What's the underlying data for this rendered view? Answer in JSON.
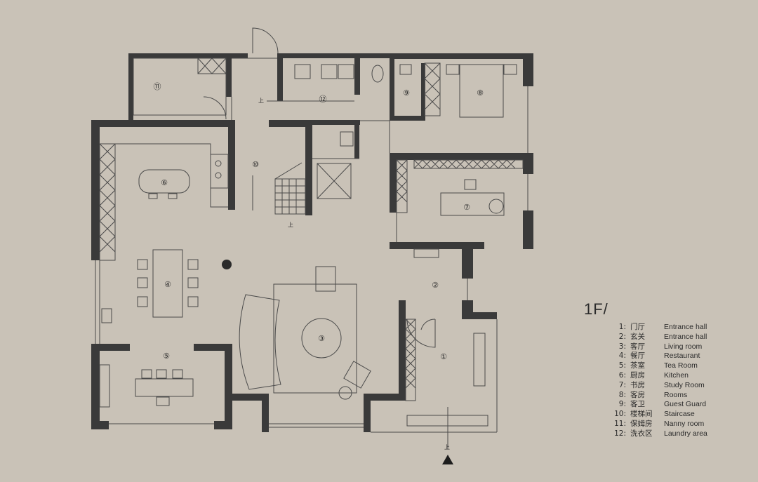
{
  "plan_title": "1F/",
  "up_label": "上",
  "rooms": [
    {
      "id": "1",
      "label": "①"
    },
    {
      "id": "2",
      "label": "②"
    },
    {
      "id": "3",
      "label": "③"
    },
    {
      "id": "4",
      "label": "④"
    },
    {
      "id": "5",
      "label": "⑤"
    },
    {
      "id": "6",
      "label": "⑥"
    },
    {
      "id": "7",
      "label": "⑦"
    },
    {
      "id": "8",
      "label": "⑧"
    },
    {
      "id": "9",
      "label": "⑨"
    },
    {
      "id": "10",
      "label": "⑩"
    },
    {
      "id": "11",
      "label": "⑪"
    },
    {
      "id": "12",
      "label": "⑫"
    }
  ],
  "legend": [
    {
      "num": "1:",
      "zh": "门厅",
      "en": "Entrance hall"
    },
    {
      "num": "2:",
      "zh": "玄关",
      "en": "Entrance hall"
    },
    {
      "num": "3:",
      "zh": "客厅",
      "en": "Living room"
    },
    {
      "num": "4:",
      "zh": "餐厅",
      "en": "Restaurant"
    },
    {
      "num": "5:",
      "zh": "茶室",
      "en": "Tea Room"
    },
    {
      "num": "6:",
      "zh": "厨房",
      "en": "Kitchen"
    },
    {
      "num": "7:",
      "zh": "书房",
      "en": "Study Room"
    },
    {
      "num": "8:",
      "zh": "客房",
      "en": "Rooms"
    },
    {
      "num": "9:",
      "zh": "客卫",
      "en": "Guest Guard"
    },
    {
      "num": "10:",
      "zh": "楼梯间",
      "en": "Staircase"
    },
    {
      "num": "11:",
      "zh": "保姆房",
      "en": "Nanny room"
    },
    {
      "num": "12:",
      "zh": "洗衣区",
      "en": "Laundry area"
    }
  ],
  "colors": {
    "background": "#c9c2b7",
    "wall": "#3a3a3a",
    "line": "#4a4a4a"
  }
}
